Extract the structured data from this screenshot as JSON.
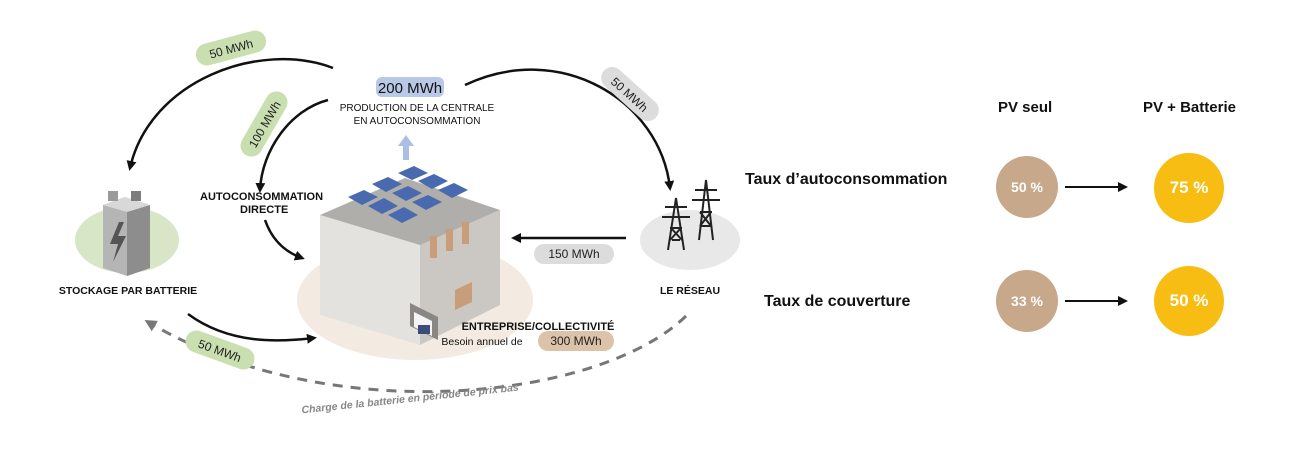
{
  "diagram": {
    "production": {
      "value": "200 MWh",
      "label_line1": "PRODUCTION DE LA CENTRALE",
      "label_line2": "EN AUTOCONSOMMATION"
    },
    "flows": {
      "to_battery": "50 MWh",
      "direct": "100 MWh",
      "to_grid": "50 MWh",
      "from_grid": "150 MWh",
      "battery_to_company": "50 MWh"
    },
    "autoconsommation_line1": "AUTOCONSOMMATION",
    "autoconsommation_line2": "DIRECTE",
    "battery_label": "STOCKAGE PAR BATTERIE",
    "grid_label": "LE RÉSEAU",
    "company": {
      "title": "ENTREPRISE/COLLECTIVITÉ",
      "need_label": "Besoin annuel de",
      "need_value": "300 MWh"
    },
    "charge_note": "Charge de la batterie en période de prix bas"
  },
  "comparison": {
    "col_pv": "PV seul",
    "col_pv_battery": "PV + Batterie",
    "rows": [
      {
        "label": "Taux d’autoconsommation",
        "pv": "50 %",
        "pv_battery": "75 %"
      },
      {
        "label": "Taux de couverture",
        "pv": "33 %",
        "pv_battery": "50 %"
      }
    ]
  },
  "colors": {
    "green_pill": "#c9dfb0",
    "grey_pill": "#dcdcdc",
    "blue_pill": "#b8c8e6",
    "tan_pill": "#dcc2a8",
    "tan_circle": "#c8a88a",
    "yellow_circle": "#f8bd13",
    "ground_green": "#d7e6c6",
    "ground_beige": "#f3ebe1",
    "ground_grey": "#e8e8e8"
  }
}
